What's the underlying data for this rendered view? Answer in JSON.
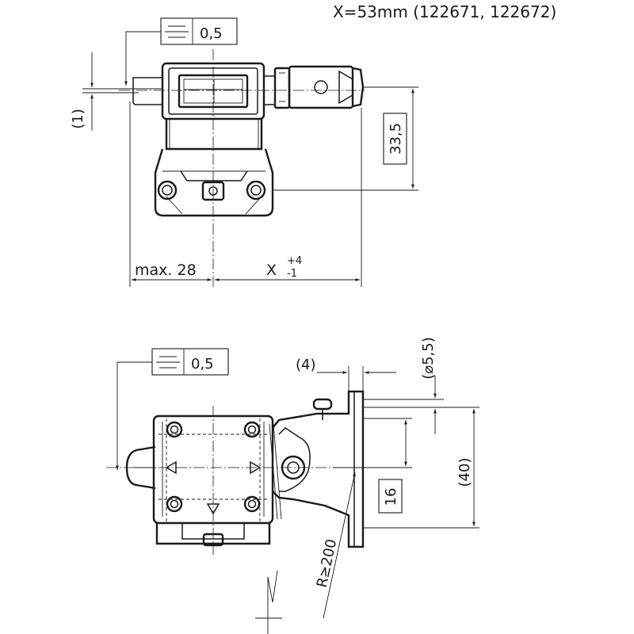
{
  "header": {
    "variant_note": "X=53mm (122671, 122672)"
  },
  "top_view": {
    "flatness_tolerance": "0,5",
    "dim_offset": "(1)",
    "dim_height": "33,5",
    "dim_max_width": "max. 28",
    "dim_x_label": "X",
    "dim_x_upper": "+4",
    "dim_x_lower": "-1"
  },
  "bottom_view": {
    "flatness_tolerance": "0,5",
    "dim_bracket_width": "(4)",
    "dim_hole_dia": "(⌀5,5)",
    "dim_height_40": "(40)",
    "dim_height_16": "16",
    "dim_radius": "R≥200"
  }
}
